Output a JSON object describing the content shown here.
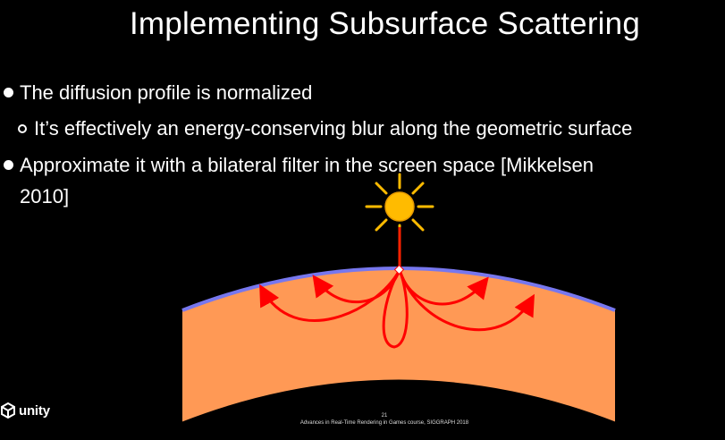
{
  "slide": {
    "title": "Implementing Subsurface Scattering",
    "bullets": [
      {
        "level": 1,
        "text": "The diffusion profile is normalized"
      },
      {
        "level": 2,
        "text": "It’s effectively an energy-conserving blur along the geometric surface"
      },
      {
        "level": 1,
        "text": "Approximate it with a bilateral filter in the screen space [Mikkelsen",
        "continuation": "2010]"
      }
    ],
    "logo_text": "unity",
    "page_number": "21",
    "footer": "Advances in Real-Time Rendering in Games course, SIGGRAPH 2018"
  },
  "colors": {
    "background": "#000000",
    "text": "#ffffff",
    "skin_fill": "#ff9955",
    "surface_edge": "#7777ee",
    "scatter_paths": "#ff0000",
    "sun": "#ffbb00",
    "light_ray": "#ff2200"
  },
  "icons": [
    "sun-icon",
    "unity-logo-icon"
  ]
}
